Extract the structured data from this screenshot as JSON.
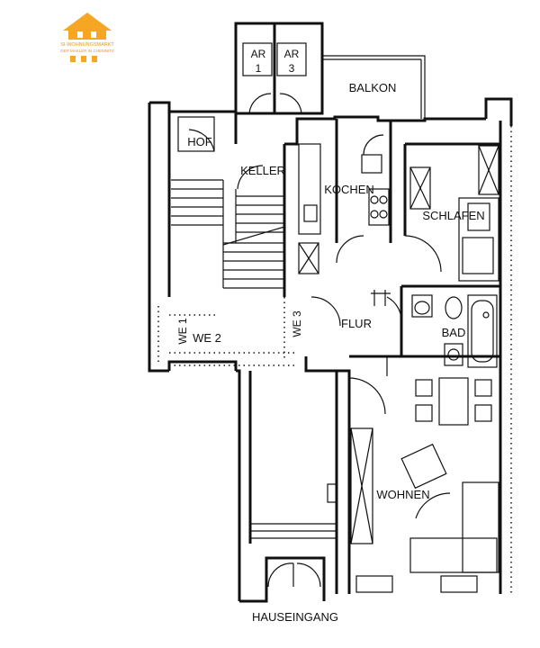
{
  "logo": {
    "line1": "SI-WOHNUNGSMARKT",
    "line2": "DER MAKLER IN CHEMNITZ",
    "color": "#f5a623"
  },
  "rooms": {
    "ar1": [
      "AR",
      "1"
    ],
    "ar3": [
      "AR",
      "3"
    ],
    "balkon": "BALKON",
    "hof": "HOF",
    "keller": "KELLER",
    "kochen": "KOCHEN",
    "schlafen": "SCHLAFEN",
    "flur": "FLUR",
    "bad": "BAD",
    "wohnen": "WOHNEN",
    "we1": "WE 1",
    "we2": "WE 2",
    "we3": "WE 3",
    "hauseingang": "HAUSEINGANG"
  }
}
